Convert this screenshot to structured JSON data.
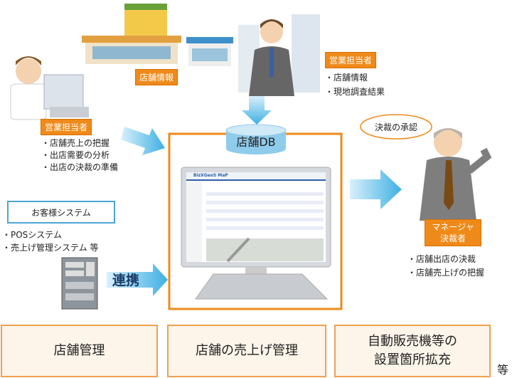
{
  "store_info_label": "店舗情報",
  "sales_left": {
    "role": "営業担当者",
    "items": [
      "・店舗売上の把握",
      "・出店需要の分析",
      "・出店の決裁の準備"
    ]
  },
  "sales_top": {
    "role": "営業担当者",
    "items": [
      "・店舗情報",
      "・現地調査結果"
    ]
  },
  "customer_system": {
    "title": "お客様システム",
    "items": [
      "・POSシステム",
      "・売上げ管理システム 等"
    ]
  },
  "link_label": "連携",
  "db_label": "店舗DB",
  "screen_logo": "BizXGeoS MaP",
  "approval_label": "決裁の承認",
  "manager": {
    "role_line1": "マネージャ",
    "role_line2": "決裁者",
    "items": [
      "・店舗出店の決裁",
      "・店舗売上げの把握"
    ]
  },
  "bottom": {
    "box1": "店舗管理",
    "box2": "店舗の売上げ管理",
    "box3_line1": "自動販売機等の",
    "box3_line2": "設置箇所拡充",
    "etc": "等"
  },
  "colors": {
    "orange": "#ef8a1a",
    "blue": "#4fb6e6"
  }
}
